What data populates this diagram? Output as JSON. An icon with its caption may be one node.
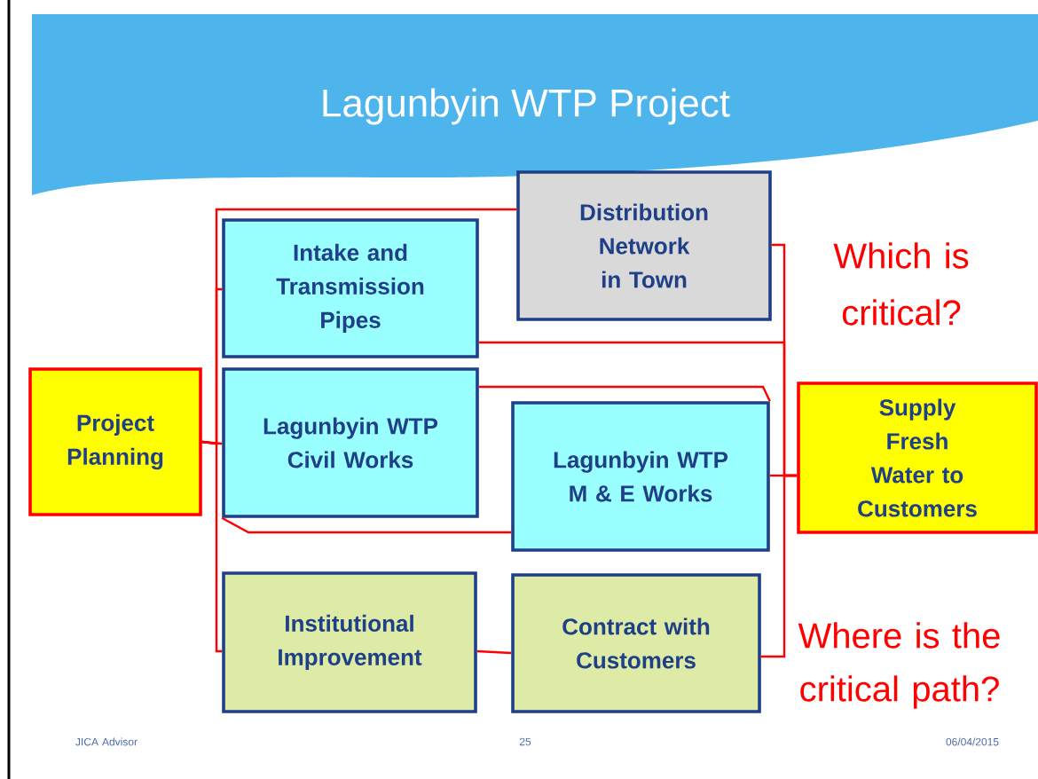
{
  "diagram": {
    "title": "Lagunbyin WTP Project",
    "nodes": [
      {
        "text": [
          "Project Planning"
        ]
      },
      {
        "text": [
          "Intake and Transmission Pipes"
        ]
      },
      {
        "text": [
          "Distribution Network in Town"
        ]
      },
      {
        "text": [
          "Lagunbyin WTP Civil Works"
        ]
      },
      {
        "text": [
          "Lagunbyin WTP M & E Works"
        ]
      },
      {
        "text": [
          "Supply Fresh Water to Customers"
        ]
      },
      {
        "text": [
          "Institutional Improvement"
        ]
      },
      {
        "text": [
          "Contract with Customers"
        ]
      }
    ],
    "edges": [
      {
        "from": 0,
        "to": 2,
        "arrow": "none"
      },
      {
        "from": 0,
        "to": 1,
        "arrow": "none"
      },
      {
        "from": 0,
        "to": 3,
        "arrow": "none"
      },
      {
        "from": 0,
        "to": 6,
        "arrow": "none"
      },
      {
        "from": 3,
        "to": 4,
        "arrow": "none"
      },
      {
        "from": 3,
        "to": 4,
        "arrow": "none"
      },
      {
        "from": 2,
        "to": 5,
        "arrow": "none"
      },
      {
        "from": 1,
        "to": 5,
        "arrow": "none"
      },
      {
        "from": 4,
        "to": 5,
        "arrow": "none"
      },
      {
        "from": 7,
        "to": 5,
        "arrow": "none"
      },
      {
        "from": 6,
        "to": 7,
        "arrow": "none"
      }
    ],
    "labels": [
      "Which is critical?",
      "Where is the critical path?",
      "JICA Advisor",
      "25",
      "06/04/2015"
    ]
  }
}
